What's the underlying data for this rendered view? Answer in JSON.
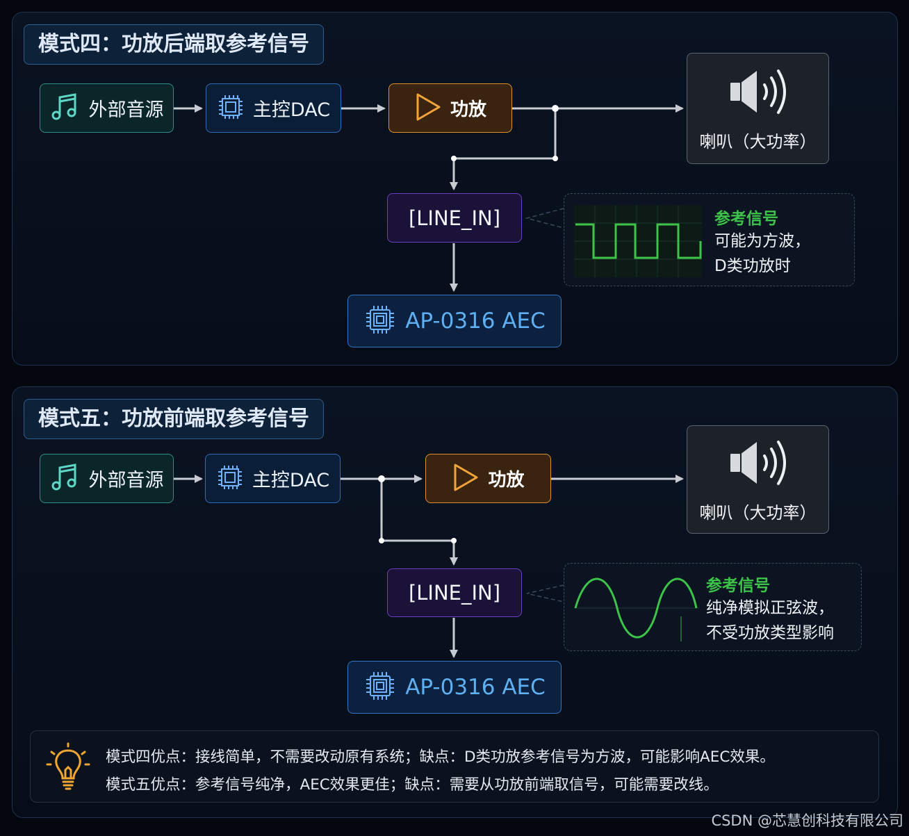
{
  "mode4": {
    "title": "模式四：功放后端取参考信号",
    "source_label": "外部音源",
    "dac_label": "主控DAC",
    "amp_label": "功放",
    "speaker_label": "喇叭（大功率）",
    "linein_label": "[LINE_IN]",
    "aec_label": "AP-0316 AEC",
    "ref_title": "参考信号",
    "ref_line1": "可能为方波，",
    "ref_line2": "D类功放时",
    "ref_wave": "square-wave"
  },
  "mode5": {
    "title": "模式五：功放前端取参考信号",
    "source_label": "外部音源",
    "dac_label": "主控DAC",
    "amp_label": "功放",
    "speaker_label": "喇叭（大功率）",
    "linein_label": "[LINE_IN]",
    "aec_label": "AP-0316 AEC",
    "ref_title": "参考信号",
    "ref_line1": "纯净模拟正弦波，",
    "ref_line2": "不受功放类型影响",
    "ref_wave": "sine-wave"
  },
  "note": {
    "icon": "lightbulb-icon",
    "line1": "模式四优点：接线简单，不需要改动原有系统；缺点：D类功放参考信号为方波，可能影响AEC效果。",
    "line2": "模式五优点：参考信号纯净，AEC效果更佳；缺点：需要从功放前端取信号，可能需要改线。"
  },
  "watermark": "CSDN @芯慧创科技有限公司",
  "colors": {
    "source": "#2e8f86",
    "dac": "#2f6db8",
    "amp": "#e0922e",
    "linein": "#6e3fc0",
    "aec": "#5fb0f2",
    "signal": "#3ec34a",
    "wire": "#c8ccd2"
  }
}
